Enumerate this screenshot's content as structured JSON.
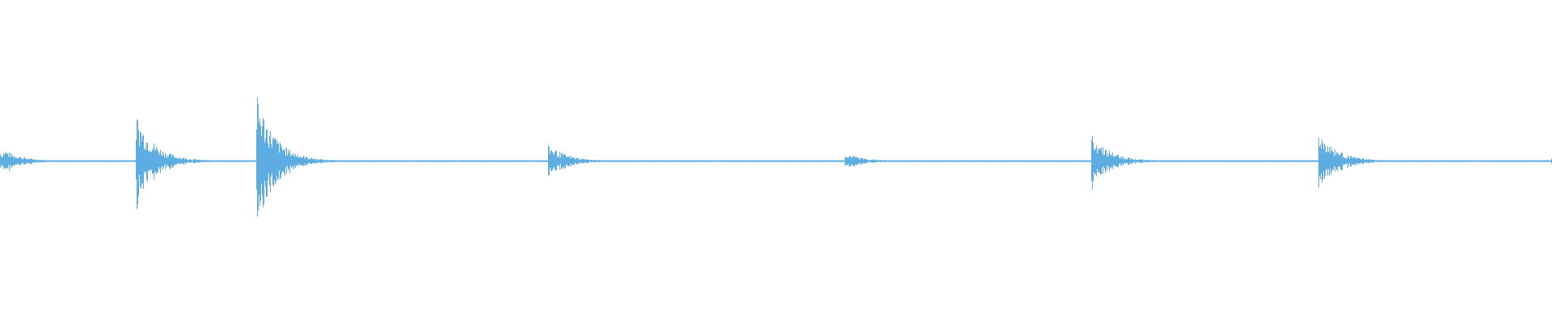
{
  "waveform": {
    "color": "#5dade2",
    "background": "#ffffff",
    "peaks": [
      {
        "position": 0.0,
        "amplitude": 0.06
      },
      {
        "position": 0.003,
        "amplitude": 0.07
      },
      {
        "position": 0.088,
        "amplitude": 0.29
      },
      {
        "position": 0.166,
        "amplitude": 0.4
      },
      {
        "position": 0.354,
        "amplitude": 0.1
      },
      {
        "position": 0.545,
        "amplitude": 0.05
      },
      {
        "position": 0.704,
        "amplitude": 0.16
      },
      {
        "position": 0.85,
        "amplitude": 0.18
      },
      {
        "position": 1.0,
        "amplitude": 0.02
      }
    ]
  }
}
